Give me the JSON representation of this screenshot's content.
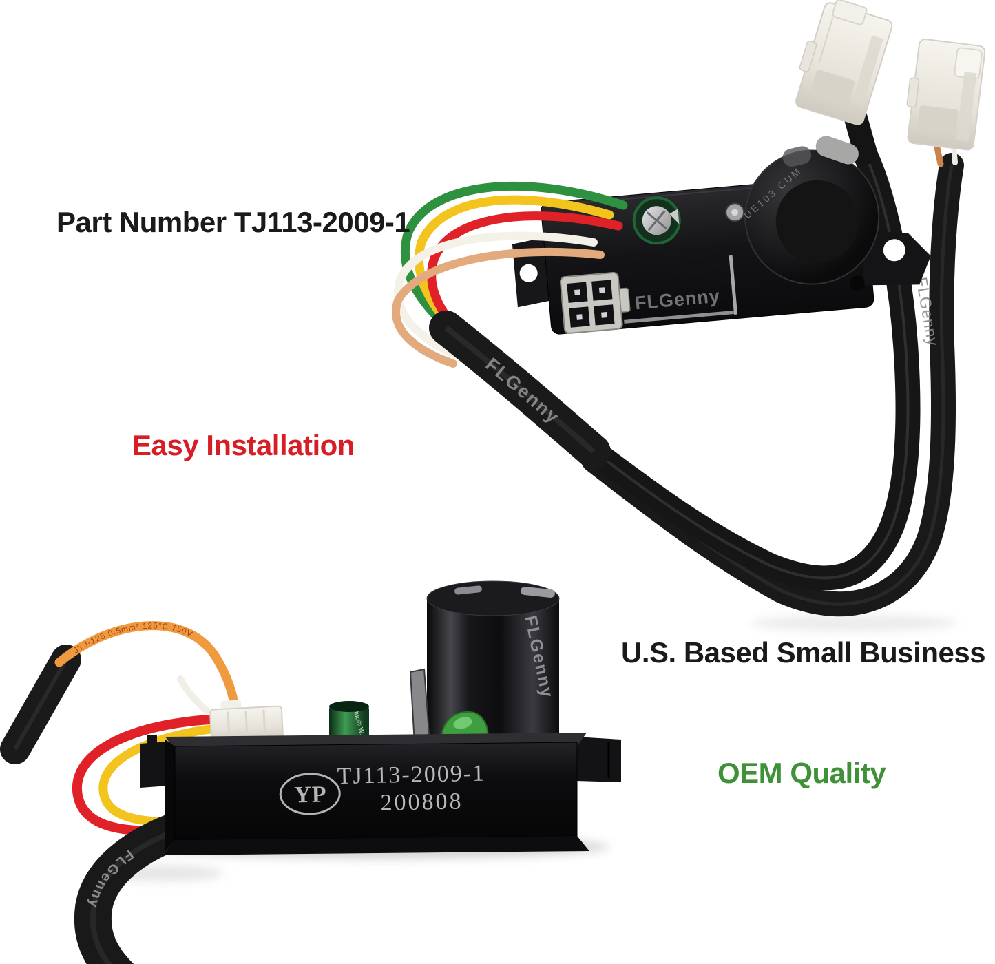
{
  "labels": {
    "part_number": "Part Number TJ113-2009-1",
    "easy_installation": "Easy Installation",
    "us_based_small_business": "U.S. Based Small Business",
    "oem_quality": "OEM Quality"
  },
  "colors": {
    "label_black": "#1a1a1c",
    "label_red": "#d51e26",
    "label_green": "#3f9138",
    "wire_green": "#2e9140",
    "wire_yellow": "#f3c41d",
    "wire_red": "#e02128",
    "wire_white": "#f4f1e9",
    "wire_tan": "#e3aa7e",
    "wire_orange": "#ef9a3e",
    "cable_black": "#191919"
  },
  "top_module": {
    "board_watermark": "FLGenny",
    "sheath_watermark": "FLGenny",
    "cable_watermark": "FLGenny",
    "capacitor_marking": "UE103 CUM"
  },
  "bottom_module": {
    "logo": "YP",
    "part_number": "TJ113-2009-1",
    "date_code": "200808",
    "capacitor_watermark": "FLGenny",
    "small_capacitor_marking": "tuo® W.E.S.R",
    "wire_marking": "JYJ-125 0.5mm² 125°C 750V",
    "sheath_watermark": "FLGenny"
  }
}
